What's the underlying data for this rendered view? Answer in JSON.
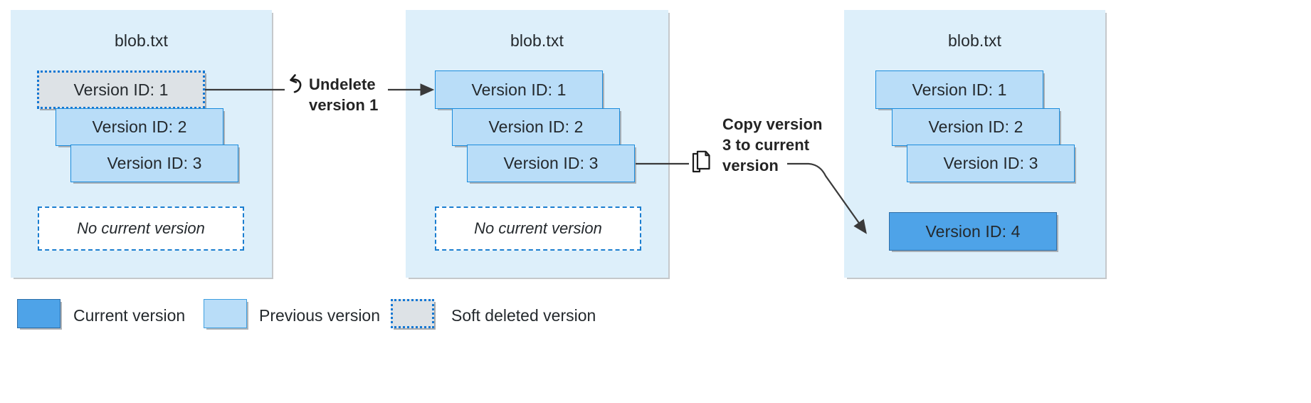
{
  "diagram": {
    "title_blob": "blob.txt",
    "panels": [
      {
        "name": "panel-initial",
        "title": "blob.txt",
        "versions": [
          {
            "label": "Version ID: 1",
            "state": "soft-deleted"
          },
          {
            "label": "Version ID: 2",
            "state": "previous"
          },
          {
            "label": "Version ID: 3",
            "state": "previous"
          }
        ],
        "current_placeholder": "No current version"
      },
      {
        "name": "panel-after-undelete",
        "title": "blob.txt",
        "versions": [
          {
            "label": "Version ID: 1",
            "state": "previous"
          },
          {
            "label": "Version ID: 2",
            "state": "previous"
          },
          {
            "label": "Version ID: 3",
            "state": "previous"
          }
        ],
        "current_placeholder": "No current version"
      },
      {
        "name": "panel-after-copy",
        "title": "blob.txt",
        "versions": [
          {
            "label": "Version ID: 1",
            "state": "previous"
          },
          {
            "label": "Version ID: 2",
            "state": "previous"
          },
          {
            "label": "Version ID: 3",
            "state": "previous"
          }
        ],
        "current_version": {
          "label": "Version ID: 4",
          "state": "current"
        }
      }
    ],
    "annotations": [
      {
        "name": "undelete-annotation",
        "line1": "Undelete",
        "line2": "version 1",
        "icon": "undo-arrow-icon"
      },
      {
        "name": "copy-annotation",
        "line1": "Copy version",
        "line2": "3 to current",
        "line3": "version",
        "icon": "copy-pages-icon"
      }
    ],
    "legend": {
      "items": [
        {
          "name": "legend-current-version",
          "label": "Current version",
          "state": "current",
          "color": "#4ea3e8"
        },
        {
          "name": "legend-previous-version",
          "label": "Previous version",
          "state": "previous",
          "color": "#b9ddf8"
        },
        {
          "name": "legend-soft-deleted-version",
          "label": "Soft deleted version",
          "state": "soft-deleted",
          "color": "#dde2e6"
        }
      ]
    },
    "colors": {
      "panel_background": "#ddeffa",
      "previous_version": "#b9ddf8",
      "previous_version_border": "#1b8cdc",
      "current_version": "#4ea3e8",
      "current_version_border": "#2d6ea8",
      "soft_deleted": "#dde2e6",
      "soft_deleted_border": "#1478d4",
      "connector": "#3a3a3a",
      "text": "#24292d"
    }
  }
}
